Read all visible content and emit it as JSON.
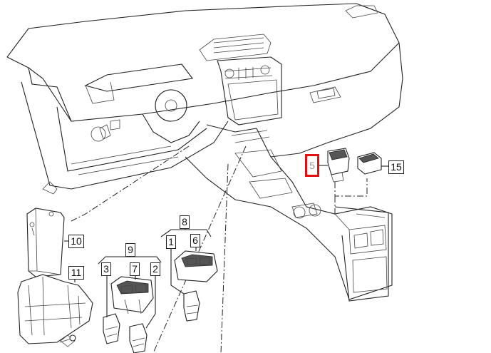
{
  "callouts": {
    "c1": "1",
    "c2": "2",
    "c3": "3",
    "c5": "5",
    "c6": "6",
    "c7": "7",
    "c8": "8",
    "c9": "9",
    "c10": "10",
    "c11": "11",
    "c15": "15"
  },
  "colors": {
    "highlight": "#e11111",
    "line": "#222222"
  }
}
